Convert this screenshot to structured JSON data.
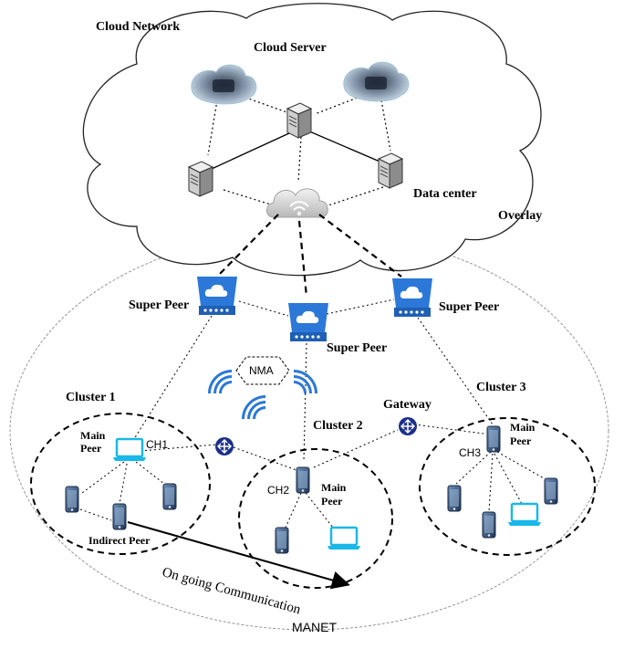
{
  "labels": {
    "cloud_network": "Cloud Network",
    "cloud_server": "Cloud Server",
    "data_center": "Data center",
    "overlay": "Overlay",
    "super_peer_left": "Super Peer",
    "super_peer_center": "Super Peer",
    "super_peer_right": "Super Peer",
    "nma": "NMA",
    "cluster1": "Cluster 1",
    "cluster2": "Cluster 2",
    "cluster3": "Cluster 3",
    "gateway": "Gateway",
    "main_peer_1": "Main Peer",
    "main_peer_2": "Main Peer",
    "main_peer_3": "Main Peer",
    "ch1": "CH1",
    "ch2": "CH2",
    "ch3": "CH3",
    "indirect_peer": "Indirect Peer",
    "ongoing": "On going Communication",
    "manet": "MANET"
  },
  "colors": {
    "super_peer_blue": "#2b78d8",
    "router_navy": "#1b2f8a",
    "laptop_cyan": "#19b8e8",
    "signal_blue": "#2b78d8",
    "line_black": "#000000",
    "phone_dark": "#2a3a52"
  },
  "icons": {
    "super_peer": "cloud-router-icon",
    "server": "server-box-icon",
    "cloud_hub": "wifi-cloud-icon",
    "router": "router-icon",
    "phone": "smartphone-icon",
    "laptop": "laptop-icon",
    "storage_cloud": "storage-cloud-icon"
  }
}
